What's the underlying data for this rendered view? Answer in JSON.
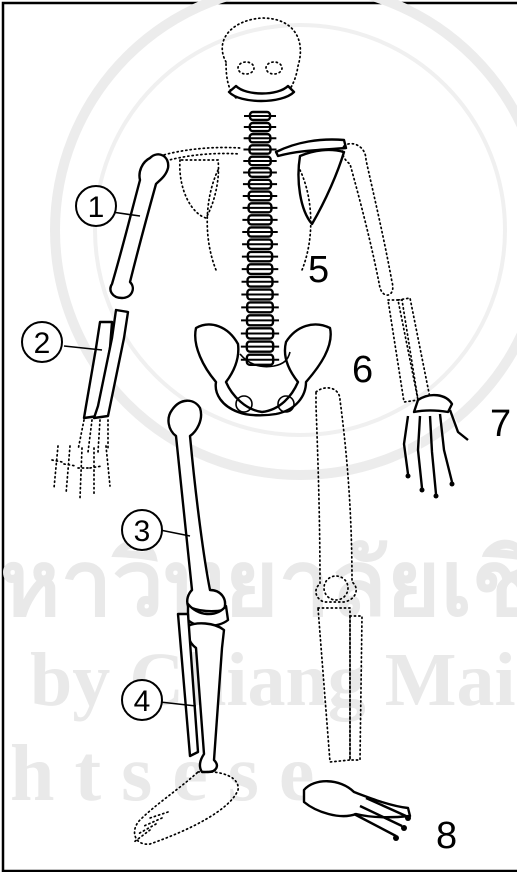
{
  "watermark": {
    "line_thai": "หาวิทยาลัยเชี",
    "line_by": "by Chiang Mai U",
    "line_rights": "h t s   e s e"
  },
  "labels": {
    "n1": "1",
    "n2": "2",
    "n3": "3",
    "n4": "4",
    "n5": "5",
    "n6": "6",
    "n7": "7",
    "n8": "8"
  }
}
